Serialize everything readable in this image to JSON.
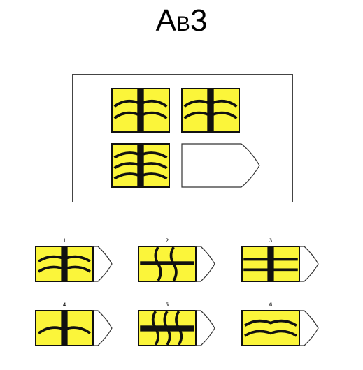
{
  "title": {
    "main": "A",
    "sub": "B",
    "number": "3"
  },
  "colors": {
    "tile_fill": "#fbf53a",
    "stroke": "#111111",
    "frame": "#444444"
  },
  "matrix": {
    "cells": [
      {
        "id": "cell-1",
        "pattern": "vertical-bar-two-up-waves"
      },
      {
        "id": "cell-2",
        "pattern": "vertical-bar-two-up-waves"
      },
      {
        "id": "cell-3",
        "pattern": "vertical-bar-three-up-waves"
      },
      {
        "id": "cell-4",
        "pattern": "missing"
      }
    ]
  },
  "options": [
    {
      "number": "1",
      "pattern": "vertical-bar-two-up-waves"
    },
    {
      "number": "2",
      "pattern": "horizontal-bar-vertical-waves"
    },
    {
      "number": "3",
      "pattern": "vertical-bar-two-straight-lines"
    },
    {
      "number": "4",
      "pattern": "vertical-bar-one-wave"
    },
    {
      "number": "5",
      "pattern": "horizontal-bar-three-vertical-waves"
    },
    {
      "number": "6",
      "pattern": "two-waves-no-bar"
    }
  ]
}
